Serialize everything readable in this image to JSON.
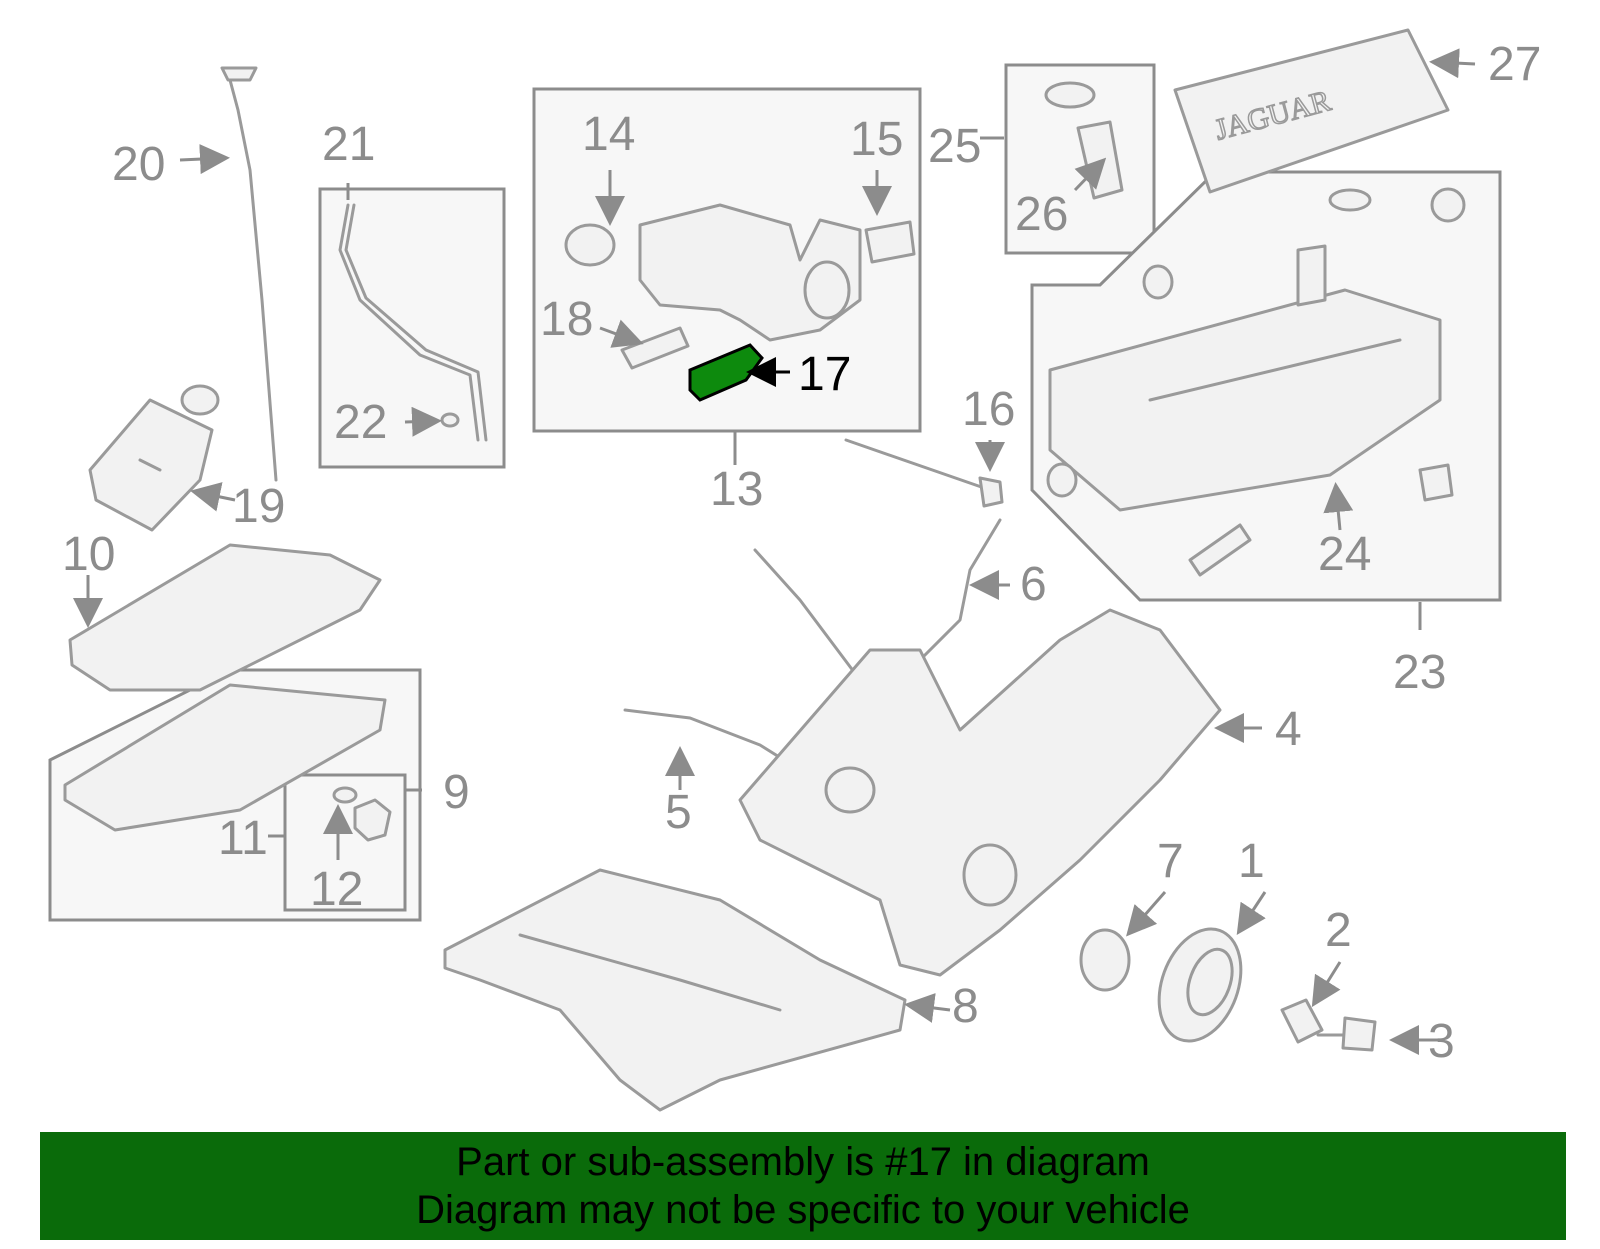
{
  "colors": {
    "banner_bg": "#0a6b0a",
    "highlight": "#0d8a0d",
    "line_gray": "#9a9a9a",
    "label_gray": "#8c8c8c"
  },
  "diagram": {
    "brand_mark": "JAGUAR",
    "highlighted_part": "17",
    "callouts": [
      "1",
      "2",
      "3",
      "4",
      "5",
      "6",
      "7",
      "8",
      "9",
      "10",
      "11",
      "12",
      "13",
      "14",
      "15",
      "16",
      "17",
      "18",
      "19",
      "20",
      "21",
      "22",
      "23",
      "24",
      "25",
      "26",
      "27"
    ]
  },
  "banner": {
    "line1": "Part or sub-assembly is #17 in diagram",
    "line2": "Diagram may not be specific to your vehicle"
  }
}
